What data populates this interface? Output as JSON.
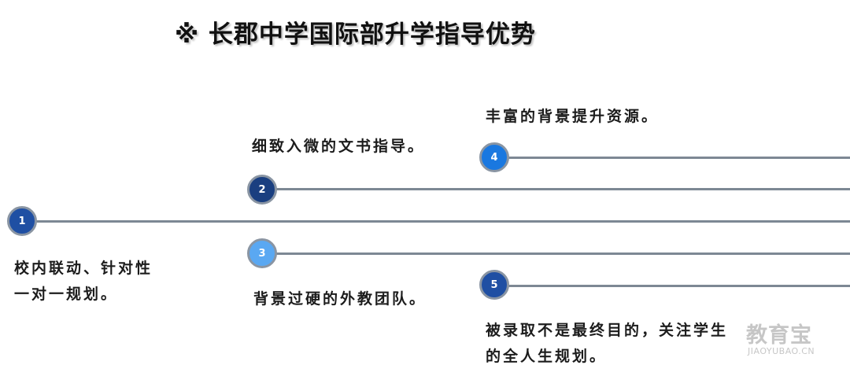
{
  "title": "※ 长郡中学国际部升学指导优势",
  "items": [
    {
      "number": "1",
      "text": "校内联动、针对性\n一对一规划。",
      "color": "#1f4fa3"
    },
    {
      "number": "2",
      "text": "细致入微的文书指导。",
      "color": "#1a3f80"
    },
    {
      "number": "3",
      "text": "背景过硬的外教团队。",
      "color": "#5aa8f2"
    },
    {
      "number": "4",
      "text": "丰富的背景提升资源。",
      "color": "#1a78e0"
    },
    {
      "number": "5",
      "text": "被录取不是最终目的，关注学生\n的全人生规划。",
      "color": "#1f4fa3"
    }
  ],
  "watermark": {
    "main": "教育宝",
    "sub": "JIAOYUBAO.CN"
  }
}
